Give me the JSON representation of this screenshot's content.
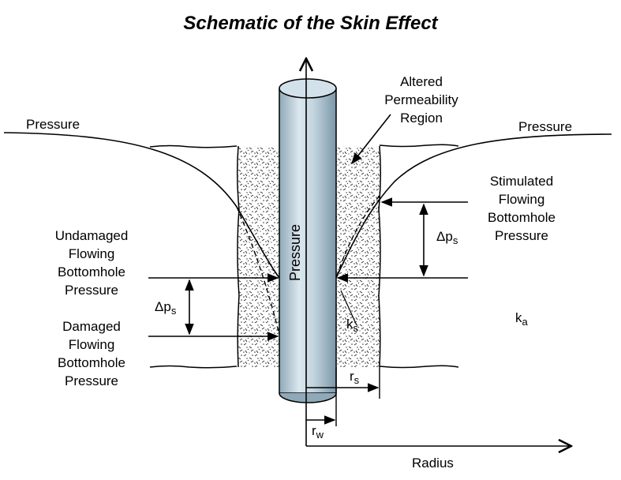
{
  "title": "Schematic of the Skin Effect",
  "labels": {
    "pressure_left": "Pressure",
    "pressure_right": "Pressure",
    "altered": [
      "Altered",
      "Permeability",
      "Region"
    ],
    "stimulated": [
      "Stimulated",
      "Flowing",
      "Bottomhole",
      "Pressure"
    ],
    "undamaged": [
      "Undamaged",
      "Flowing",
      "Bottomhole",
      "Pressure"
    ],
    "damaged": [
      "Damaged",
      "Flowing",
      "Bottomhole",
      "Pressure"
    ],
    "wellbore_pressure": "Pressure",
    "radius": "Radius",
    "delta": "Δp",
    "sub_s": "s",
    "k": "k",
    "sub_a": "a",
    "r": "r",
    "sub_w": "w"
  }
}
